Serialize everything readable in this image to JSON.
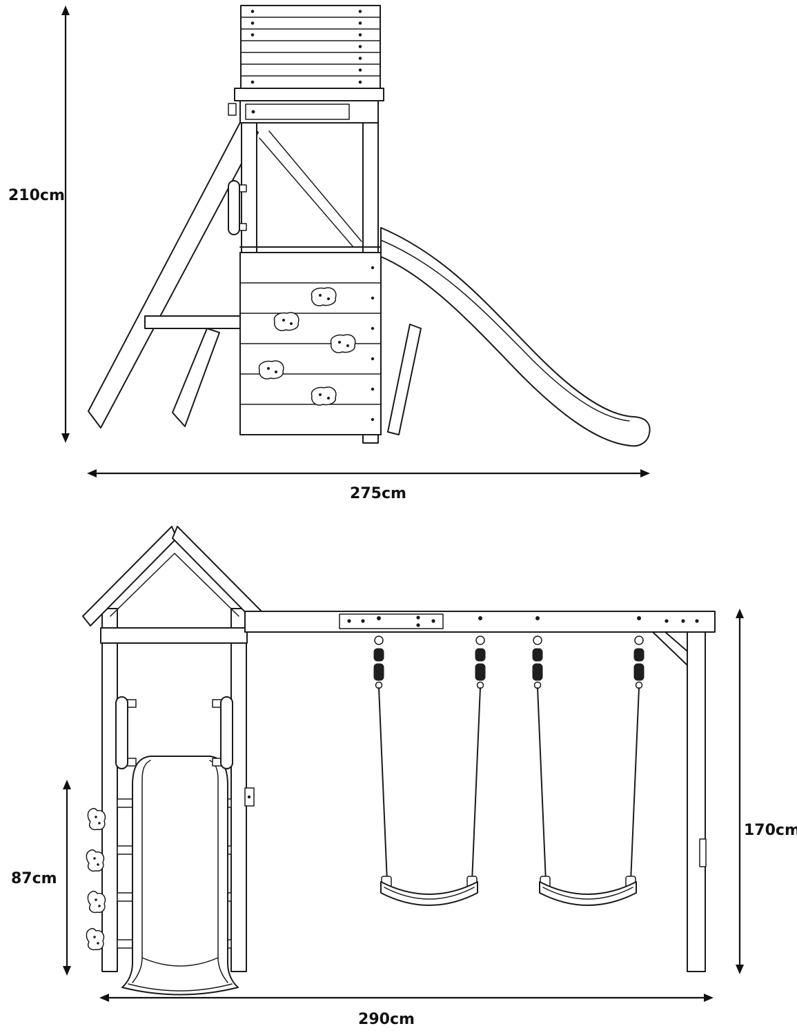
{
  "diagram": {
    "kind": "playground-set-dimension-drawing",
    "side_view": {
      "height_label": "210cm",
      "width_label": "275cm"
    },
    "front_view": {
      "ladder_height_label": "87cm",
      "swing_height_label": "170cm",
      "width_label": "290cm"
    }
  }
}
